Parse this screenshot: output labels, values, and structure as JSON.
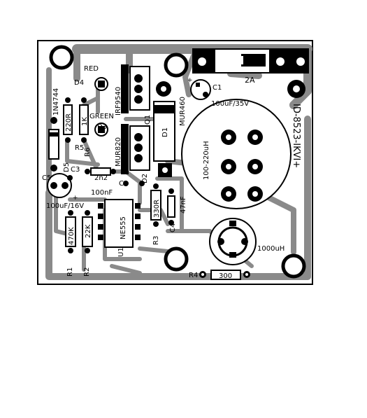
{
  "board": {
    "vertical_label": "ID-8523-IKVI+"
  },
  "components": {
    "fuse": "FUSE",
    "fuse_rating": "2A",
    "red": "RED",
    "d4": "D4",
    "green": "GREEN",
    "d3": "D3",
    "zener": "1N4744",
    "r220": "220R",
    "r1k": "1K",
    "r5": "R5",
    "r6": "R6",
    "q1": "IRF9540",
    "q1_ref": "Q1",
    "mur820": "MUR820",
    "d2": "D2",
    "mur460": "MUR460",
    "d1": "D1",
    "c1": "C1",
    "c1_value": "100uF/35V",
    "inductor": "100-220uH",
    "c5": "C5",
    "d5": "D5",
    "c3": "C3",
    "c3_value": "2n2",
    "c2": "C2",
    "c2_value": "100nF",
    "c5_value": "100uF/16V",
    "ic": "NE555",
    "ic_ref": "U1",
    "r3_value": "330R",
    "r3": "R3",
    "c4": "C4",
    "c4_value": "47nF",
    "r1_value": "470K",
    "r2_value": "22K",
    "r1": "R1",
    "r2": "R2",
    "big_cap": "1000uH",
    "r4": "R4",
    "r4_value": "300",
    "plus": "+"
  }
}
